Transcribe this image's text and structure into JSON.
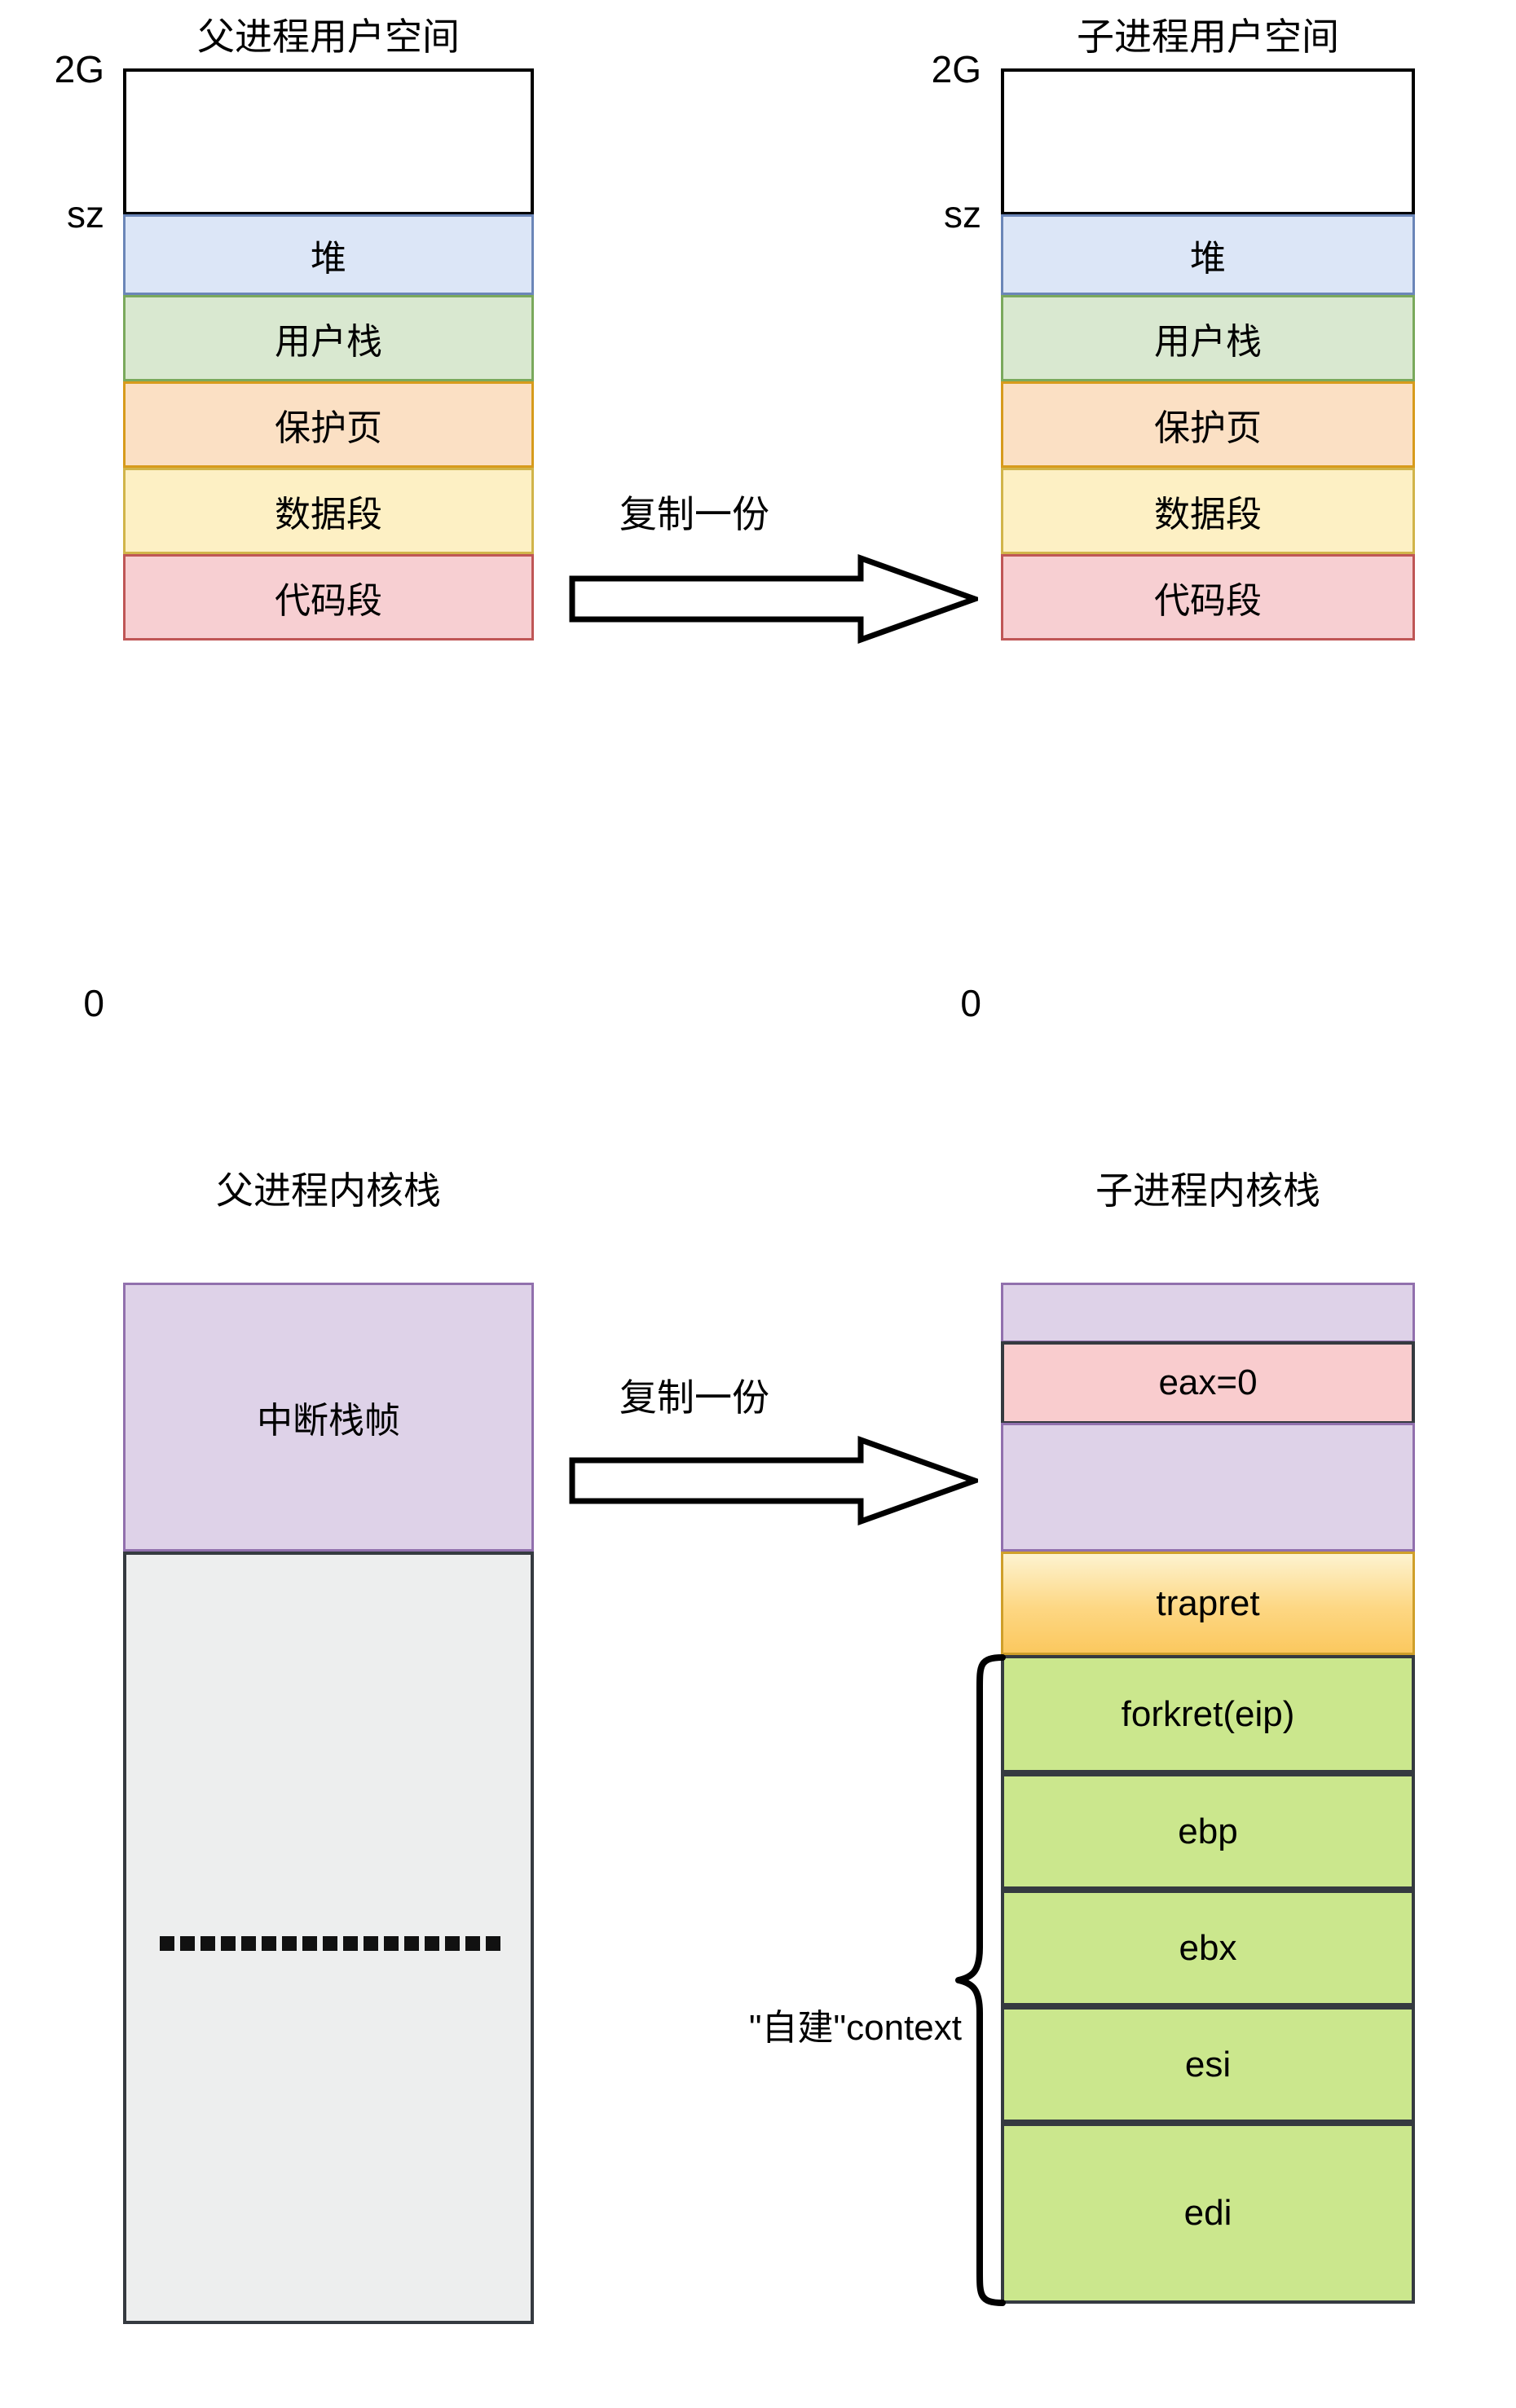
{
  "diagram": {
    "title_upper_left": "父进程用户空间",
    "title_upper_right": "子进程用户空间",
    "title_lower_left": "父进程内核栈",
    "title_lower_right": "子进程内核栈",
    "arrow_label_upper": "复制一份",
    "arrow_label_lower": "复制一份",
    "brace_label": "\"自建\"context",
    "axis": {
      "top_left": "2G",
      "mid_left": "sz",
      "bottom_left": "0",
      "top_right": "2G",
      "mid_right": "sz",
      "bottom_right": "0"
    },
    "userspace_blocks": [
      {
        "label": "",
        "kind": "empty"
      },
      {
        "label": "堆",
        "kind": "heap"
      },
      {
        "label": "用户栈",
        "kind": "ustack"
      },
      {
        "label": "保护页",
        "kind": "guard"
      },
      {
        "label": "数据段",
        "kind": "data"
      },
      {
        "label": "代码段",
        "kind": "text"
      }
    ],
    "parent_kstack_blocks": [
      {
        "label": "中断栈帧",
        "kind": "purple"
      },
      {
        "label": "",
        "kind": "gray"
      }
    ],
    "child_kstack_blocks": [
      {
        "label": "",
        "kind": "purple"
      },
      {
        "label": "eax=0",
        "kind": "eax"
      },
      {
        "label": "",
        "kind": "purple"
      },
      {
        "label": "trapret",
        "kind": "trapret"
      },
      {
        "label": "forkret(eip)",
        "kind": "green"
      },
      {
        "label": "ebp",
        "kind": "green"
      },
      {
        "label": "ebx",
        "kind": "green"
      },
      {
        "label": "esi",
        "kind": "green"
      },
      {
        "label": "edi",
        "kind": "green"
      }
    ],
    "colors": {
      "heap_fill": "#dce6f7",
      "heap_stroke": "#6b86b8",
      "ustack_fill": "#d9e8d0",
      "ustack_stroke": "#7aa95c",
      "guard_fill": "#fbe0c4",
      "guard_stroke": "#d79b1c",
      "data_fill": "#fdf0c4",
      "data_stroke": "#d1b44a",
      "text_fill": "#f7cfd2",
      "text_stroke": "#bf5656",
      "purple_fill": "#ded2e8",
      "purple_stroke": "#9170ad",
      "gray_fill": "#edeeee",
      "gray_stroke": "#353a40",
      "eax_fill": "#f9ccce",
      "trapret_fill_top": "#fdf3d0",
      "trapret_fill_bottom": "#fbc85f",
      "trapret_stroke": "#cf9f2a",
      "green_fill": "#cbe78d",
      "green_stroke": "#353a40",
      "outline": "#000000"
    }
  }
}
